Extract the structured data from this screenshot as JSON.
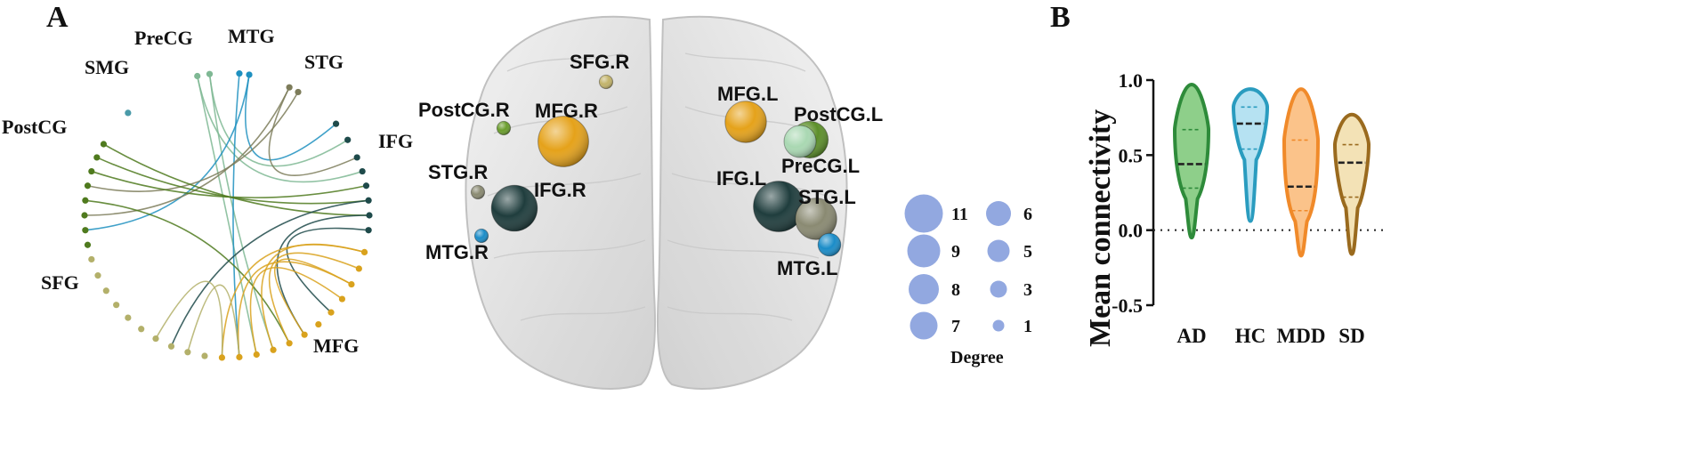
{
  "panels": [
    {
      "letter": "A"
    },
    {
      "letter": "B"
    }
  ],
  "chord": {
    "groups": [
      "PreCG",
      "MTG",
      "SMG",
      "STG",
      "PostCG",
      "IFG",
      "SFG",
      "MFG"
    ],
    "colors": {
      "PreCG": "#7fb894",
      "MTG": "#1e90c0",
      "SMG": "#4a9aa8",
      "STG": "#7d7c5a",
      "PostCG": "#4f7a1e",
      "IFG": "#1e4a4a",
      "SFG": "#b3b06a",
      "MFG": "#d9a21d"
    }
  },
  "brain": {
    "nodes": [
      {
        "name": "SFG.R",
        "color": "#c2b36a",
        "degree": 1
      },
      {
        "name": "PostCG.R",
        "color": "#6a9d2c",
        "degree": 1
      },
      {
        "name": "MFG.R",
        "color": "#e5a21a",
        "degree": 9
      },
      {
        "name": "STG.R",
        "color": "#8a8a72",
        "degree": 1
      },
      {
        "name": "IFG.R",
        "color": "#1f3d3d",
        "degree": 8
      },
      {
        "name": "MTG.R",
        "color": "#1a8cc8",
        "degree": 1
      },
      {
        "name": "MFG.L",
        "color": "#e5a21a",
        "degree": 7
      },
      {
        "name": "PostCG.L",
        "color": "#5c8f2a",
        "degree": 6
      },
      {
        "name": "PreCG.L",
        "color": "#a9d8b2",
        "degree": 5
      },
      {
        "name": "IFG.L",
        "color": "#1f3d3d",
        "degree": 9
      },
      {
        "name": "STG.L",
        "color": "#8a8a72",
        "degree": 7
      },
      {
        "name": "MTG.L",
        "color": "#1a8cc8",
        "degree": 3
      }
    ],
    "legend": {
      "title": "Degree",
      "values": [
        11,
        9,
        8,
        7,
        6,
        5,
        3,
        1
      ],
      "color": "#92a8e0"
    }
  },
  "chart_data": {
    "type": "violin",
    "title": "",
    "xlabel": "",
    "ylabel": "Mean connectivity",
    "ylim": [
      -0.5,
      1.0
    ],
    "yticks": [
      "1.0",
      "0.5",
      "0.0",
      "-0.5"
    ],
    "reference_line": 0.0,
    "categories": [
      "AD",
      "HC",
      "MDD",
      "SD"
    ],
    "series": [
      {
        "category": "AD",
        "color": "#2e8b3a",
        "fill": "#8ecf8a",
        "min": -0.05,
        "max": 0.97,
        "q1": 0.28,
        "median": 0.44,
        "q3": 0.67
      },
      {
        "category": "HC",
        "color": "#2a9cbf",
        "fill": "#b6e2f2",
        "min": 0.06,
        "max": 0.94,
        "q1": 0.54,
        "median": 0.71,
        "q3": 0.82
      },
      {
        "category": "MDD",
        "color": "#f08a2a",
        "fill": "#fbc38a",
        "min": -0.17,
        "max": 0.94,
        "q1": 0.13,
        "median": 0.29,
        "q3": 0.6
      },
      {
        "category": "SD",
        "color": "#9a6a1e",
        "fill": "#f3e2b6",
        "min": -0.16,
        "max": 0.77,
        "q1": 0.22,
        "median": 0.45,
        "q3": 0.57
      }
    ]
  }
}
